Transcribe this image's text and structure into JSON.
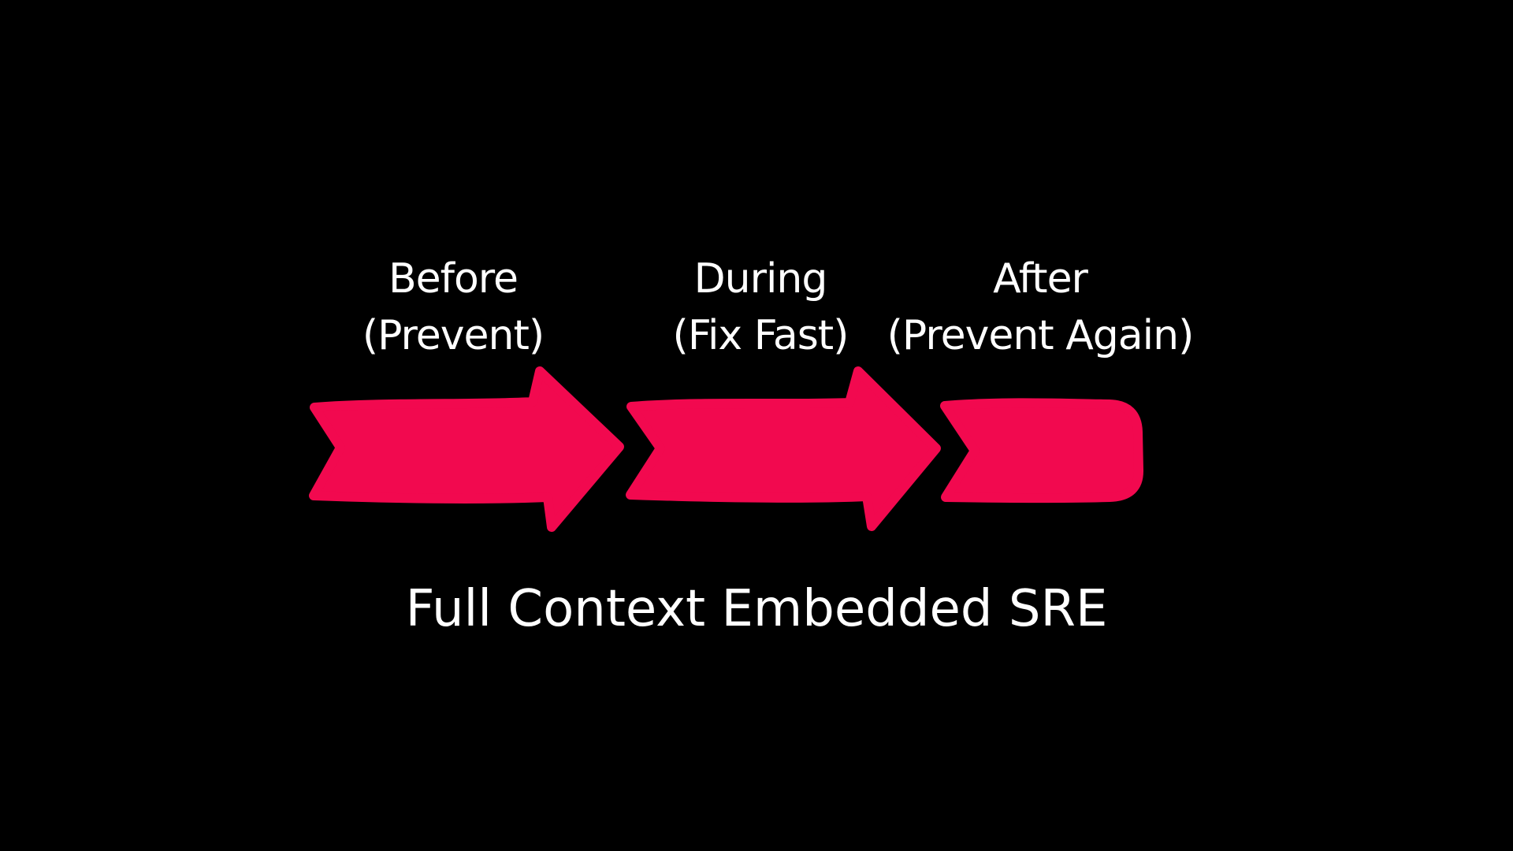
{
  "colors": {
    "background": "#000000",
    "arrow": "#f2094f",
    "text": "#ffffff"
  },
  "stages": [
    {
      "line1": "Before",
      "line2": "(Prevent)"
    },
    {
      "line1": "During",
      "line2": "(Fix Fast)"
    },
    {
      "line1": "After",
      "line2": "(Prevent Again)"
    }
  ],
  "arrows": {
    "count": 3,
    "direction": "right",
    "names": [
      "arrow-before",
      "arrow-during",
      "arrow-after-bar"
    ]
  },
  "caption": {
    "text": "Full Context Embedded SRE"
  }
}
